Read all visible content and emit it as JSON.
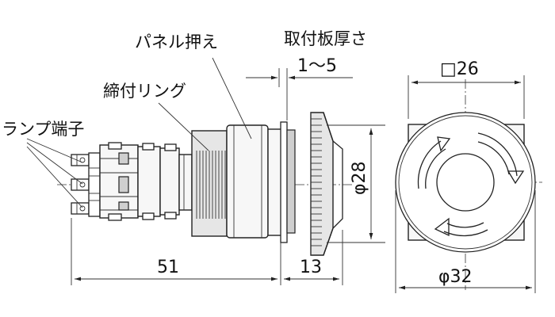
{
  "labels": {
    "panel_holder": "パネル押え",
    "panel_thickness": "取付板厚さ",
    "tightening_ring": "締付リング",
    "lamp_terminal": "ランプ端子"
  },
  "dimensions": {
    "thickness_range": "1～5",
    "square": "□26",
    "length_51": "51",
    "length_13": "13",
    "dia_28": "φ28",
    "dia_32": "φ32"
  }
}
